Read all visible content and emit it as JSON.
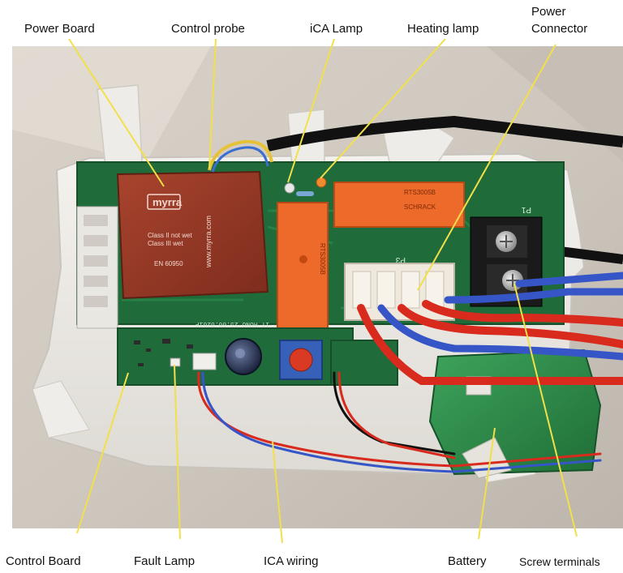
{
  "labels": {
    "power_board": "Power Board",
    "control_probe": "Control probe",
    "ica_lamp": "iCA Lamp",
    "heating_lamp": "Heating lamp",
    "power_connector_line1": "Power",
    "power_connector_line2": "Connector",
    "control_board": "Control Board",
    "fault_lamp": "Fault Lamp",
    "ica_wiring": "ICA wiring",
    "battery": "Battery",
    "screw_terminals": "Screw terminals"
  },
  "device_markings": {
    "brand": "myrra",
    "class_line1": "Class II not wet",
    "class_line2": "Class III wet",
    "standard": "EN 60950",
    "website": "www.myrra.com",
    "relay_top": "RTS3005B",
    "relay_side": "RTS3005B",
    "relay_brand": "SCHRACK",
    "board_marking": "IT MONO 25.60.0201F",
    "p1": "P1",
    "p3": "P3"
  },
  "colors": {
    "callout_line": "#f2e04a",
    "transformer": "#9c3a26",
    "pcb": "#1f6b3a",
    "relay": "#ee6a2a",
    "battery": "#2f8f4c",
    "wire_red": "#d92a1e",
    "wire_blue": "#3656c8"
  }
}
